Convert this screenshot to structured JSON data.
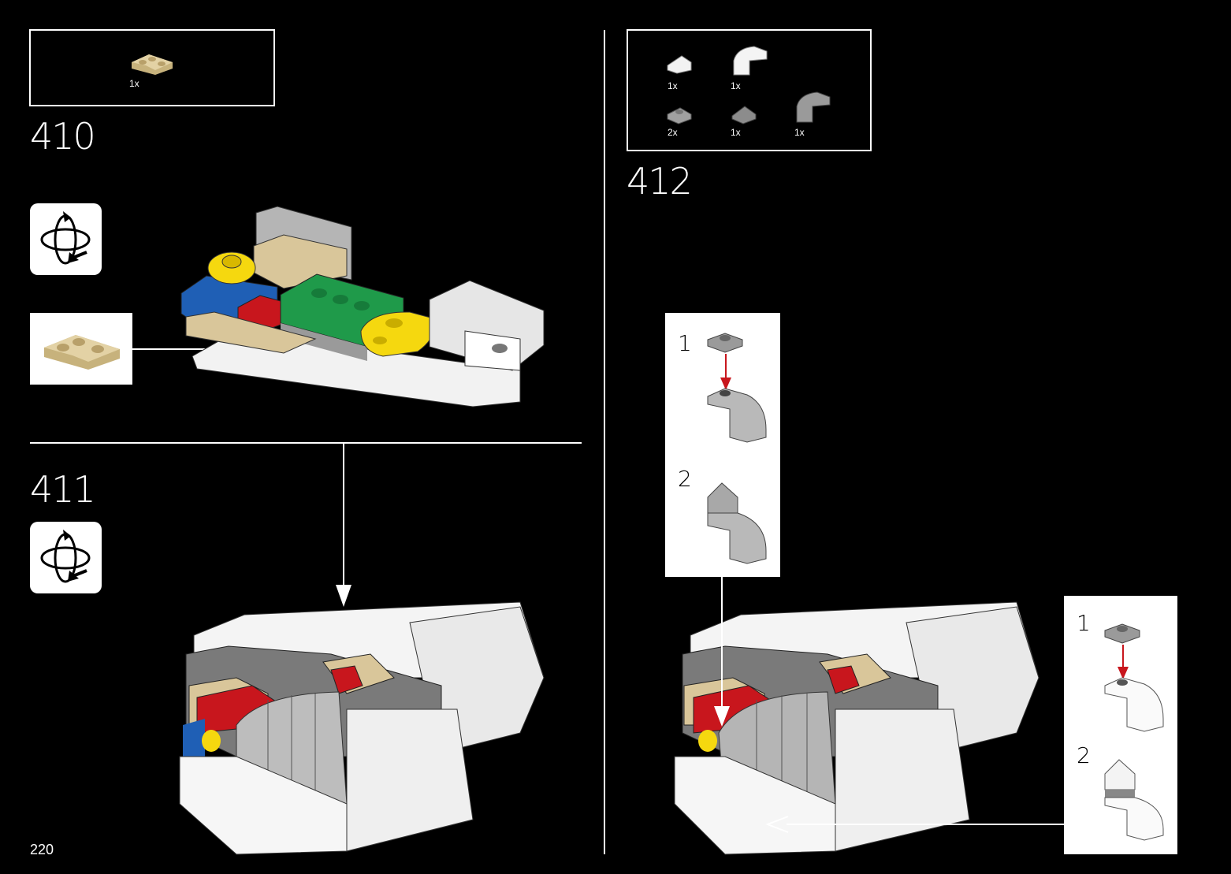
{
  "page_number": "220",
  "steps": {
    "s410": {
      "number": "410",
      "parts": [
        {
          "qty": "1x",
          "icon": "tan-corner-plate"
        }
      ]
    },
    "s411": {
      "number": "411"
    },
    "s412": {
      "number": "412",
      "parts": [
        {
          "qty": "1x",
          "icon": "white-slope-icon"
        },
        {
          "qty": "1x",
          "icon": "white-curved-slope-icon"
        },
        {
          "qty": "2x",
          "icon": "gray-plate-icon"
        },
        {
          "qty": "1x",
          "icon": "gray-slope-icon"
        },
        {
          "qty": "1x",
          "icon": "gray-curved-slope-icon"
        }
      ],
      "callout_left": {
        "sub1": "1",
        "sub2": "2"
      },
      "callout_right": {
        "sub1": "1",
        "sub2": "2"
      }
    }
  },
  "colors": {
    "background": "#000000",
    "tan": "#d9c69a",
    "red": "#c8161d",
    "blue": "#1f5fb5",
    "yellow": "#f5d80f",
    "green": "#1f9a4a",
    "gray": "#a8a8a8",
    "white": "#ffffff"
  }
}
